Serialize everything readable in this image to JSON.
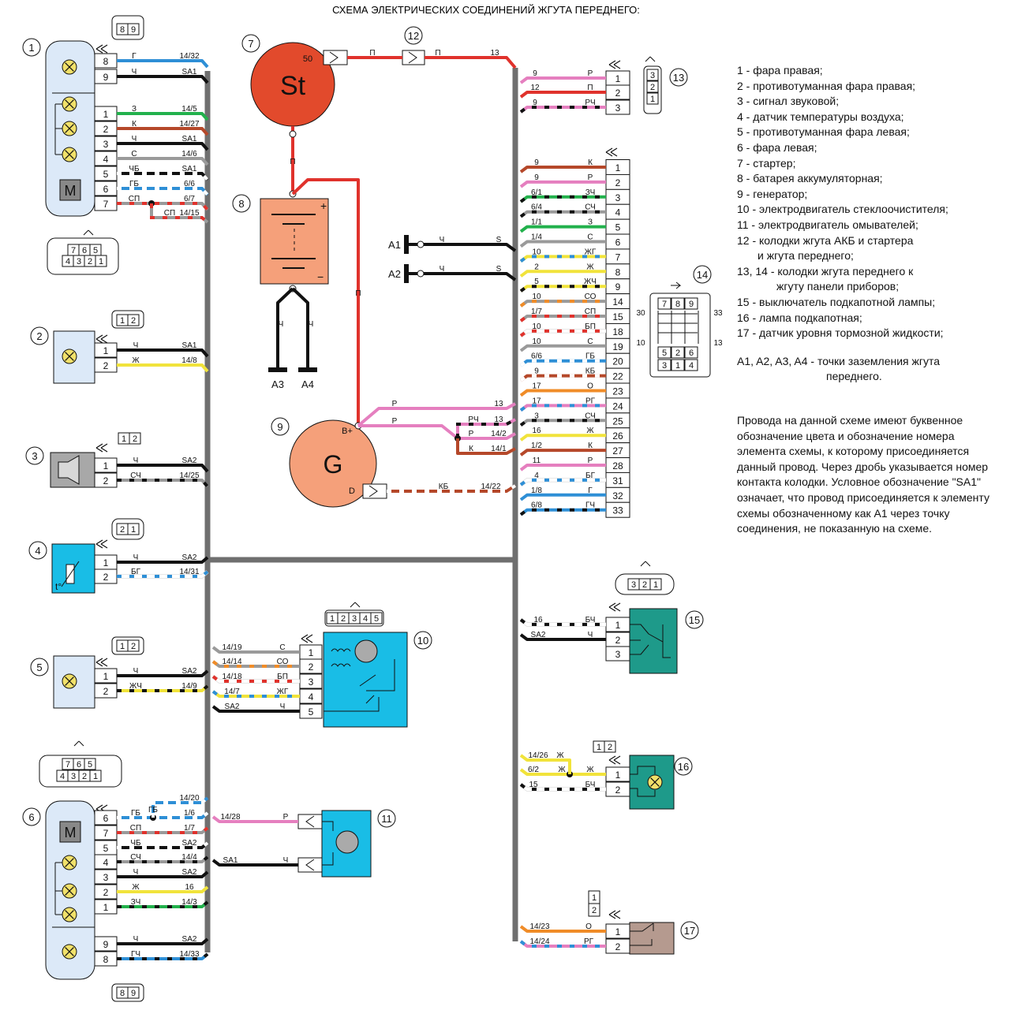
{
  "title": "СХЕМА ЭЛЕКТРИЧЕСКИХ СОЕДИНЕНИЙ ЖГУТА ПЕРЕДНЕГО:",
  "legend": [
    {
      "text": "1 - фара правая;"
    },
    {
      "text": "2 - противотуманная фара правая;"
    },
    {
      "text": "3 - сигнал звуковой;"
    },
    {
      "text": "4 - датчик температуры воздуха;"
    },
    {
      "text": "5 - противотуманная фара левая;"
    },
    {
      "text": "6 - фара левая;"
    },
    {
      "text": "7 - стартер;"
    },
    {
      "text": "8 - батарея аккумуляторная;"
    },
    {
      "text": "9 - генератор;"
    },
    {
      "text": "10 - электродвигатель стеклоочистителя;"
    },
    {
      "text": "11 - электродвигатель омывателей;"
    },
    {
      "text": "12 - колодки жгута АКБ и стартера"
    },
    {
      "text": "и жгута переднего;",
      "cont": 1
    },
    {
      "text": "13, 14 - колодки жгута переднего к"
    },
    {
      "text": "жгуту панели приборов;",
      "cont": 2
    },
    {
      "text": "15 - выключатель подкапотной лампы;"
    },
    {
      "text": "16 - лампа подкапотная;"
    },
    {
      "text": "17 - датчик уровня тормозной жидкости;"
    }
  ],
  "grounds_legend": [
    "A1, A2, A3, A4 - точки заземления жгута",
    "переднего."
  ],
  "note": "Провода на данной схеме имеют буквенное обозначение цвета и обозначение номера элемента схемы, к которому присоединяется данный провод. Через дробь указывается номер контакта колодки. Условное обозначение \"SA1\" означает, что провод присоединяется к элементу схемы обозначенному как А1 через точку соединения, не показанную на схеме.",
  "component_numbers": [
    "1",
    "2",
    "3",
    "4",
    "5",
    "6",
    "7",
    "8",
    "9",
    "10",
    "11",
    "12",
    "13",
    "14",
    "15",
    "16",
    "17"
  ],
  "component_labels": {
    "starter": "St",
    "starter_pin": "50",
    "generator": "G",
    "gen_bplus": "B+",
    "gen_d": "D",
    "motor": "M",
    "temp": "t°",
    "bat_plus": "+",
    "bat_minus": "−"
  },
  "ground_points": [
    "A1",
    "A2",
    "A3",
    "A4"
  ],
  "connector_views": [
    {
      "id": "c1",
      "pins": [
        "8",
        "9"
      ]
    },
    {
      "id": "c1b",
      "pins": [
        "7",
        "6",
        "5",
        "4",
        "3",
        "2",
        "1"
      ]
    },
    {
      "id": "c2",
      "pins": [
        "1",
        "2"
      ]
    },
    {
      "id": "c3",
      "pins": [
        "1",
        "2"
      ]
    },
    {
      "id": "c4",
      "pins": [
        "2",
        "1"
      ]
    },
    {
      "id": "c5",
      "pins": [
        "1",
        "2"
      ]
    },
    {
      "id": "c6",
      "pins": [
        "7",
        "6",
        "5",
        "4",
        "3",
        "2",
        "1"
      ]
    },
    {
      "id": "c6b",
      "pins": [
        "8",
        "9"
      ]
    },
    {
      "id": "c10",
      "pins": [
        "1",
        "2",
        "3",
        "4",
        "5"
      ]
    },
    {
      "id": "c13",
      "pins": [
        "3",
        "2",
        "1"
      ]
    },
    {
      "id": "c14",
      "pins": [
        "7",
        "8",
        "9",
        "5",
        "2",
        "6",
        "3",
        "1",
        "4"
      ],
      "side": [
        "30",
        "33",
        "10",
        "13"
      ]
    },
    {
      "id": "c15",
      "pins": [
        "3",
        "2",
        "1"
      ]
    },
    {
      "id": "c16",
      "pins": [
        "1",
        "2"
      ]
    },
    {
      "id": "c17",
      "pins": [
        "1",
        "2"
      ]
    }
  ],
  "colors": {
    "Г": "#2e8fd6",
    "Ч": "#111111",
    "З": "#22b14c",
    "К": "#b5482a",
    "Б": "#ffffff",
    "С": "#9a9a9a",
    "П": "#e0322c",
    "Р": "#e57fbf",
    "Ж": "#f1e33b",
    "О": "#f08c28",
    "harness": "#6f6f6f",
    "component_blue": "#dce9f8",
    "component_cyan": "#19bde6",
    "component_teal": "#1e9a8a",
    "component_orange": "#f5a07a",
    "starter_red": "#e24a2c",
    "sensor_brown": "#b59a8f"
  },
  "wires": {
    "c1": [
      {
        "pin": "8",
        "code": "Г",
        "dest": "14/32"
      },
      {
        "pin": "9",
        "code": "Ч",
        "dest": "SA1"
      },
      {
        "pin": "1",
        "code": "З",
        "dest": "14/5"
      },
      {
        "pin": "2",
        "code": "К",
        "dest": "14/27"
      },
      {
        "pin": "3",
        "code": "Ч",
        "dest": "SA1"
      },
      {
        "pin": "4",
        "code": "С",
        "dest": "14/6"
      },
      {
        "pin": "5",
        "code": "ЧБ",
        "dest": "SA1"
      },
      {
        "pin": "6",
        "code": "ГБ",
        "dest": "6/6"
      },
      {
        "pin": "7",
        "code": "СП",
        "dest": "6/7",
        "extra": "СП",
        "extra_dest": "14/15"
      }
    ],
    "c2": [
      {
        "pin": "1",
        "code": "Ч",
        "dest": "SA1"
      },
      {
        "pin": "2",
        "code": "Ж",
        "dest": "14/8"
      }
    ],
    "c3": [
      {
        "pin": "1",
        "code": "Ч",
        "dest": "SA2"
      },
      {
        "pin": "2",
        "code": "СЧ",
        "dest": "14/25"
      }
    ],
    "c4": [
      {
        "pin": "1",
        "code": "Ч",
        "dest": "SA2"
      },
      {
        "pin": "2",
        "code": "БГ",
        "dest": "14/31"
      }
    ],
    "c5": [
      {
        "pin": "1",
        "code": "Ч",
        "dest": "SA2"
      },
      {
        "pin": "2",
        "code": "ЖЧ",
        "dest": "14/9"
      }
    ],
    "c6": [
      {
        "pin": "6",
        "code": "ГБ",
        "dest": "1/6",
        "extra": "ГБ",
        "extra_dest": "14/20"
      },
      {
        "pin": "7",
        "code": "СП",
        "dest": "1/7"
      },
      {
        "pin": "5",
        "code": "ЧБ",
        "dest": "SA2"
      },
      {
        "pin": "4",
        "code": "СЧ",
        "dest": "14/4"
      },
      {
        "pin": "3",
        "code": "Ч",
        "dest": "SA2"
      },
      {
        "pin": "2",
        "code": "Ж",
        "dest": "16"
      },
      {
        "pin": "1",
        "code": "ЗЧ",
        "dest": "14/3"
      },
      {
        "pin": "9",
        "code": "Ч",
        "dest": "SA2"
      },
      {
        "pin": "8",
        "code": "ГЧ",
        "dest": "14/33"
      }
    ],
    "c10": [
      {
        "pin": "1",
        "code": "С",
        "src": "14/19"
      },
      {
        "pin": "2",
        "code": "СО",
        "src": "14/14"
      },
      {
        "pin": "3",
        "code": "БП",
        "src": "14/18"
      },
      {
        "pin": "4",
        "code": "ЖГ",
        "src": "14/7"
      },
      {
        "pin": "5",
        "code": "Ч",
        "src": "SA2"
      }
    ],
    "c11": [
      {
        "code": "Р",
        "src": "14/28"
      },
      {
        "code": "Ч",
        "src": "SA1"
      }
    ],
    "c12": [
      {
        "code": "П",
        "label": "П"
      },
      {
        "code": "П",
        "label": "П",
        "dest": "13"
      }
    ],
    "c13": [
      {
        "pin": "1",
        "code": "Р",
        "src": "9"
      },
      {
        "pin": "2",
        "code": "П",
        "src": "12"
      },
      {
        "pin": "3",
        "code": "РЧ",
        "src": "9"
      }
    ],
    "c14": [
      {
        "pin": "1",
        "code": "К",
        "src": "9"
      },
      {
        "pin": "2",
        "code": "Р",
        "src": "9"
      },
      {
        "pin": "3",
        "code": "ЗЧ",
        "src": "6/1"
      },
      {
        "pin": "4",
        "code": "СЧ",
        "src": "6/4"
      },
      {
        "pin": "5",
        "code": "З",
        "src": "1/1"
      },
      {
        "pin": "6",
        "code": "С",
        "src": "1/4"
      },
      {
        "pin": "7",
        "code": "ЖГ",
        "src": "10"
      },
      {
        "pin": "8",
        "code": "Ж",
        "src": "2"
      },
      {
        "pin": "9",
        "code": "ЖЧ",
        "src": "5"
      },
      {
        "pin": "14",
        "code": "СО",
        "src": "10"
      },
      {
        "pin": "15",
        "code": "СП",
        "src": "1/7"
      },
      {
        "pin": "18",
        "code": "БП",
        "src": "10"
      },
      {
        "pin": "19",
        "code": "С",
        "src": "10"
      },
      {
        "pin": "20",
        "code": "ГБ",
        "src": "6/6"
      },
      {
        "pin": "22",
        "code": "КБ",
        "src": "9"
      },
      {
        "pin": "23",
        "code": "О",
        "src": "17"
      },
      {
        "pin": "24",
        "code": "РГ",
        "src": "17"
      },
      {
        "pin": "25",
        "code": "СЧ",
        "src": "3"
      },
      {
        "pin": "26",
        "code": "Ж",
        "src": "16"
      },
      {
        "pin": "27",
        "code": "К",
        "src": "1/2"
      },
      {
        "pin": "28",
        "code": "Р",
        "src": "11"
      },
      {
        "pin": "31",
        "code": "БГ",
        "src": "4"
      },
      {
        "pin": "32",
        "code": "Г",
        "src": "1/8"
      },
      {
        "pin": "33",
        "code": "ГЧ",
        "src": "6/8"
      }
    ],
    "ground": [
      {
        "point": "A1",
        "code": "Ч",
        "dest": "S"
      },
      {
        "point": "A2",
        "code": "Ч",
        "dest": "S"
      },
      {
        "point": "A3",
        "code": "Ч"
      },
      {
        "point": "A4",
        "code": "Ч"
      }
    ],
    "battery": [
      {
        "code": "П"
      },
      {
        "code": "П"
      }
    ],
    "generator": [
      {
        "code": "Р",
        "dest": "13"
      },
      {
        "code": "Р",
        "dest": "",
        "extra": "РЧ",
        "extra_dest": "13"
      },
      {
        "code": "Р",
        "dest": "14/2"
      },
      {
        "code": "К",
        "dest": "14/1"
      },
      {
        "code": "КБ",
        "dest": "14/22"
      }
    ],
    "c15": [
      {
        "pin": "1",
        "code": "БЧ",
        "src": "16"
      },
      {
        "pin": "2",
        "code": "Ч",
        "src": "SA2"
      }
    ],
    "c16": [
      {
        "pin": "1",
        "code": "Ж",
        "src": "6/2",
        "extra": "Ж",
        "extra_src": "14/26"
      },
      {
        "pin": "2",
        "code": "БЧ",
        "src": "15"
      }
    ],
    "c17": [
      {
        "pin": "1",
        "code": "О",
        "src": "14/23"
      },
      {
        "pin": "2",
        "code": "РГ",
        "src": "14/24"
      }
    ]
  }
}
